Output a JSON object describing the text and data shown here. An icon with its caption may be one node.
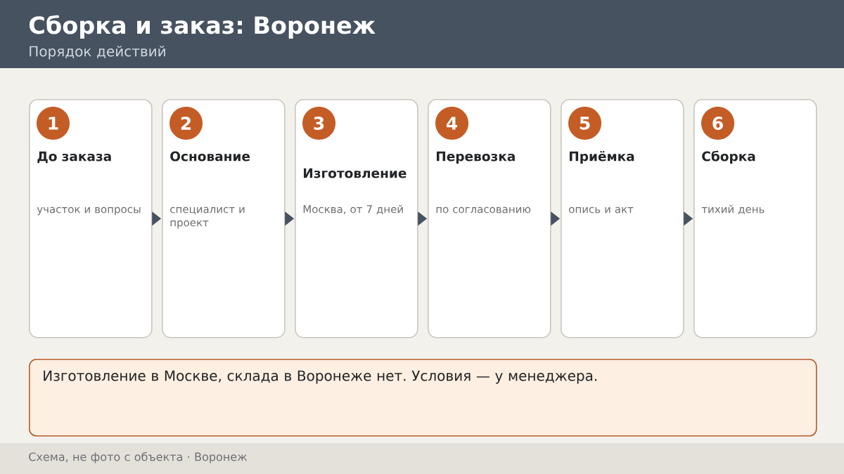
{
  "diagram": {
    "title": "Сборка и заказ: Воронеж",
    "nodes": [
      {
        "text": [
          "До заказа",
          "участок и вопросы"
        ]
      },
      {
        "text": [
          "1"
        ],
        "in": 0
      },
      {
        "text": [
          "Основание",
          "специалист и проект"
        ]
      },
      {
        "text": [
          "2"
        ],
        "in": 2
      },
      {
        "text": [
          "Изготовление",
          "Москва, от 7 дней"
        ]
      },
      {
        "text": [
          "3"
        ],
        "in": 4
      },
      {
        "text": [
          "Перевозка",
          "по согласованию"
        ]
      },
      {
        "text": [
          "4"
        ],
        "in": 6
      },
      {
        "text": [
          "Приёмка",
          "опись и акт"
        ]
      },
      {
        "text": [
          "5"
        ],
        "in": 8
      },
      {
        "text": [
          "Сборка",
          "тихий день"
        ]
      },
      {
        "text": [
          "6"
        ],
        "in": 10
      },
      {
        "text": [
          "Изготовление в Москве, склада в Воронеже нет. Условия — у менеджера."
        ]
      }
    ],
    "edges": [
      {
        "from": 0,
        "to": 2,
        "arrow": "to"
      },
      {
        "from": 2,
        "to": 4,
        "arrow": "to"
      },
      {
        "from": 4,
        "to": 6,
        "arrow": "to"
      },
      {
        "from": 6,
        "to": 8,
        "arrow": "to"
      },
      {
        "from": 8,
        "to": 10,
        "arrow": "to"
      }
    ],
    "labels": [
      "Порядок действий",
      "Схема, не фото с объекта · Воронеж"
    ]
  }
}
